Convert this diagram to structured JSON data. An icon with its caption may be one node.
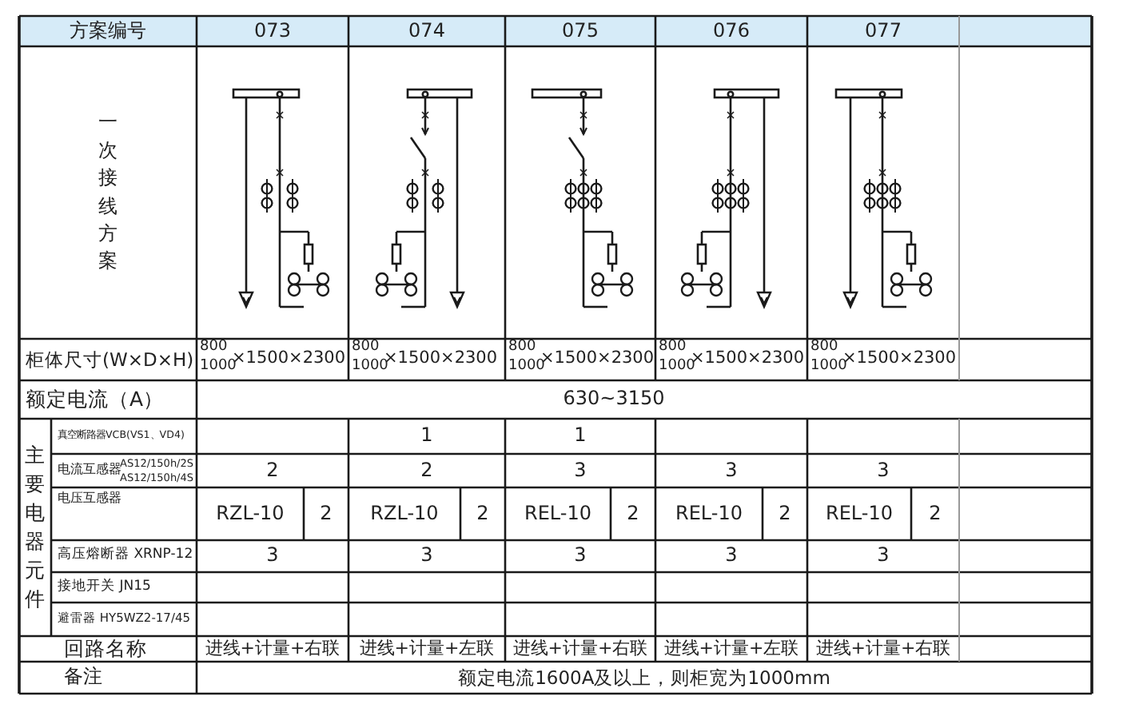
{
  "diagram": {
    "labels": [
      "方案编号",
      "073",
      "074",
      "075",
      "076",
      "077",
      "一次接线方案",
      "柜体尺寸(W×D×H)",
      "800",
      "1000",
      "×1500×2300",
      "800",
      "1000",
      "×1500×2300",
      "800",
      "1000",
      "×1500×2300",
      "800",
      "1000",
      "×1500×2300",
      "800",
      "1000",
      "×1500×2300",
      "额定电流（A）",
      "630~3150",
      "主要电器元件",
      "真空断路器VCB(VS1、VD4)",
      "1",
      "1",
      "电流互感器",
      "AS12/150h/2S",
      "AS12/150h/4S",
      "2",
      "2",
      "3",
      "3",
      "3",
      "电压互感器",
      "RZL-10",
      "2",
      "RZL-10",
      "2",
      "REL-10",
      "2",
      "REL-10",
      "2",
      "REL-10",
      "2",
      "高压熔断器 XRNP-12",
      "3",
      "3",
      "3",
      "3",
      "3",
      "接地开关 JN15",
      "避雷器 HY5WZ2-17/45",
      "回路名称",
      "进线+计量+右联",
      "进线+计量+左联",
      "进线+计量+右联",
      "进线+计量+左联",
      "进线+计量+右联",
      "备注",
      "额定电流1600A及以上，则柜宽为1000mm"
    ]
  }
}
